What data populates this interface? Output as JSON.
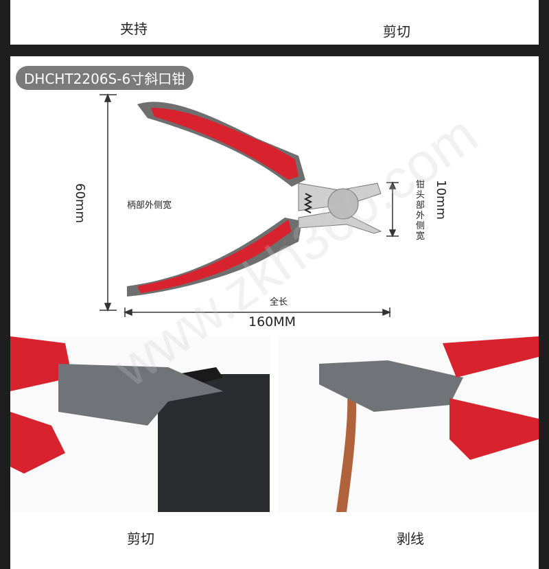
{
  "top_captions": [
    "夹持",
    "剪切"
  ],
  "product_badge": "DHCHT2206S-6寸斜口钳",
  "dimensions": {
    "height_value": "60mm",
    "handle_label": "柄部外侧宽",
    "head_value": "10mm",
    "head_label": "钳头部外侧宽",
    "length_label": "全长",
    "length_value": "160MM"
  },
  "watermark": "www.zkh360.com",
  "bottom_captions": [
    "剪切",
    "剥线"
  ],
  "colors": {
    "handle_red": "#d8232f",
    "handle_gray": "#6f6f6f",
    "background": "#1e1e1e"
  }
}
